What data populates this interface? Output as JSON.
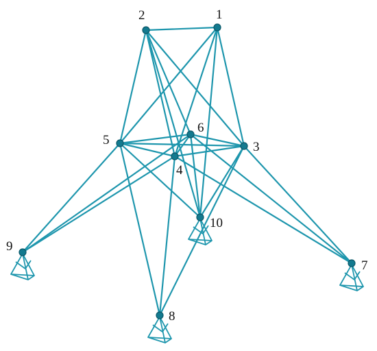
{
  "colors": {
    "member": "#1e96ad",
    "joint": "#137a8f",
    "label": "#111111"
  },
  "nodes": [
    {
      "id": "1",
      "label": "1"
    },
    {
      "id": "2",
      "label": "2"
    },
    {
      "id": "3",
      "label": "3"
    },
    {
      "id": "4",
      "label": "4"
    },
    {
      "id": "5",
      "label": "5"
    },
    {
      "id": "6",
      "label": "6"
    },
    {
      "id": "7",
      "label": "7",
      "support": "pinned"
    },
    {
      "id": "8",
      "label": "8",
      "support": "pinned"
    },
    {
      "id": "9",
      "label": "9",
      "support": "pinned"
    },
    {
      "id": "10",
      "label": "10",
      "support": "pinned"
    }
  ],
  "members": [
    [
      "2",
      "1"
    ],
    [
      "2",
      "3"
    ],
    [
      "2",
      "4"
    ],
    [
      "2",
      "6"
    ],
    [
      "2",
      "10"
    ],
    [
      "2",
      "5"
    ],
    [
      "1",
      "5"
    ],
    [
      "1",
      "3"
    ],
    [
      "1",
      "4"
    ],
    [
      "1",
      "10"
    ],
    [
      "5",
      "6"
    ],
    [
      "5",
      "3"
    ],
    [
      "5",
      "4"
    ],
    [
      "5",
      "10"
    ],
    [
      "5",
      "8"
    ],
    [
      "5",
      "9"
    ],
    [
      "6",
      "3"
    ],
    [
      "6",
      "4"
    ],
    [
      "6",
      "9"
    ],
    [
      "6",
      "10"
    ],
    [
      "6",
      "7"
    ],
    [
      "4",
      "3"
    ],
    [
      "4",
      "8"
    ],
    [
      "4",
      "9"
    ],
    [
      "4",
      "7"
    ],
    [
      "3",
      "10"
    ],
    [
      "3",
      "8"
    ],
    [
      "3",
      "7"
    ]
  ]
}
